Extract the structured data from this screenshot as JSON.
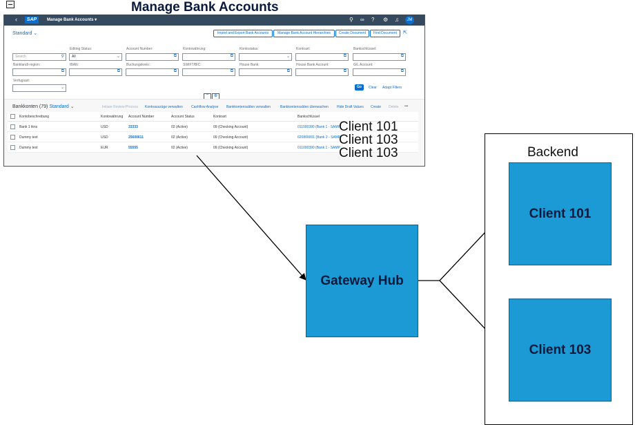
{
  "title": "Manage Bank Accounts",
  "sap_app": {
    "shell": {
      "logo": "SAP",
      "app_title": "Manage Bank Accounts ▾",
      "avatar": "JM",
      "icons": [
        "search-icon",
        "binoculars-icon",
        "help-icon",
        "settings-icon",
        "bell-icon"
      ]
    },
    "variant": "Standard",
    "header_buttons": [
      "Import and Export Bank Accounts",
      "Manage Bank Account Hierarchies",
      "Create Document",
      "Find Document"
    ],
    "filters": [
      {
        "label": "",
        "placeholder": "Search",
        "type": "search"
      },
      {
        "label": "Editing Status:",
        "value": "All",
        "type": "select"
      },
      {
        "label": "Account Number:",
        "value": "",
        "type": "valuehelp"
      },
      {
        "label": "Kontowährung:",
        "value": "",
        "type": "valuehelp"
      },
      {
        "label": "Kontostatus:",
        "value": "",
        "type": "select"
      },
      {
        "label": "Kontoart:",
        "value": "",
        "type": "valuehelp"
      },
      {
        "label": "Bankschlüssel:",
        "value": "",
        "type": "valuehelp"
      },
      {
        "label": "Bankland/-region:",
        "value": "",
        "type": "valuehelp"
      },
      {
        "label": "IBAN:",
        "value": "",
        "type": "valuehelp"
      },
      {
        "label": "Buchungskreis:",
        "value": "",
        "type": "valuehelp"
      },
      {
        "label": "SWIFT/BIC:",
        "value": "",
        "type": "valuehelp"
      },
      {
        "label": "House Bank:",
        "value": "",
        "type": "valuehelp"
      },
      {
        "label": "House Bank Account:",
        "value": "",
        "type": "valuehelp"
      },
      {
        "label": "G/L Account:",
        "value": "",
        "type": "valuehelp"
      },
      {
        "label": "Verfugsart:",
        "value": "",
        "type": "select"
      }
    ],
    "filter_actions": {
      "go": "Go",
      "clear": "Clear",
      "adapt": "Adapt Filters"
    },
    "table": {
      "title": "Bankkonten (79)",
      "variant": "Standard",
      "toolbar": [
        {
          "label": "Initiate Review Process",
          "enabled": false
        },
        {
          "label": "Kontoauszüge verwalten",
          "enabled": true
        },
        {
          "label": "Cashflow Analyse",
          "enabled": true
        },
        {
          "label": "Bankkontensalden verwalten",
          "enabled": true
        },
        {
          "label": "Bankkontensalden überwachen",
          "enabled": true
        },
        {
          "label": "Hide Draft Values",
          "enabled": true
        },
        {
          "label": "Create",
          "enabled": true
        },
        {
          "label": "Delete",
          "enabled": false
        },
        {
          "label": "•••",
          "enabled": true
        }
      ],
      "columns": [
        "Kontobeschreibung",
        "Kontowährung",
        "Account Number",
        "Account Status",
        "Kontoart",
        "Bankschlüssel"
      ],
      "rows": [
        [
          "Bank 1 tkns",
          "USD",
          "33333",
          "02 (Active)",
          "09 (Checking Account)",
          "011000390 (Bank 1 - SAMP"
        ],
        [
          "Dummy text",
          "USD",
          "25600611",
          "02 (Active)",
          "09 (Checking Account)",
          "620800001 (Bank 2 - SAMP"
        ],
        [
          "Dummy text",
          "EUR",
          "55555",
          "02 (Active)",
          "09 (Checking Account)",
          "011000390 (Bank 1 - SAMP"
        ]
      ],
      "row_clients": [
        "Client 101",
        "Client 103",
        "Client 103"
      ]
    }
  },
  "diagram": {
    "hub": "Gateway Hub",
    "backend_label": "Backend",
    "clients": [
      "Client 101",
      "Client 103"
    ]
  },
  "colors": {
    "shell": "#354a5f",
    "box_fill": "#1b9ad6",
    "link": "#0a6ed1"
  }
}
